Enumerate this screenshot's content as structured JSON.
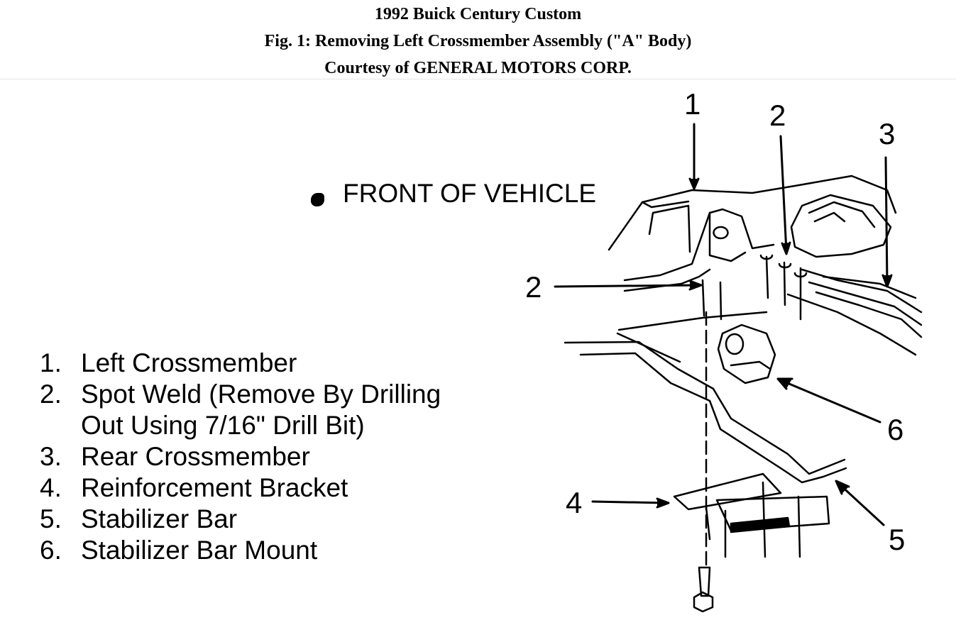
{
  "header": {
    "title": "1992 Buick Century Custom",
    "figure_caption": "Fig. 1: Removing Left Crossmember Assembly (\"A\" Body)",
    "courtesy": "Courtesy of GENERAL MOTORS CORP."
  },
  "diagram": {
    "direction_label": "FRONT OF VEHICLE",
    "legend": [
      {
        "num": "1.",
        "text": "Left Crossmember"
      },
      {
        "num": "2.",
        "text": "Spot Weld (Remove By Drilling",
        "cont": "Out Using 7/16\" Drill Bit)"
      },
      {
        "num": "3.",
        "text": "Rear Crossmember"
      },
      {
        "num": "4.",
        "text": "Reinforcement Bracket"
      },
      {
        "num": "5.",
        "text": "Stabilizer Bar"
      },
      {
        "num": "6.",
        "text": "Stabilizer Bar Mount"
      }
    ],
    "callouts": {
      "c1": "1",
      "c2a": "2",
      "c2b": "2",
      "c3": "3",
      "c4": "4",
      "c5": "5",
      "c6": "6"
    }
  }
}
